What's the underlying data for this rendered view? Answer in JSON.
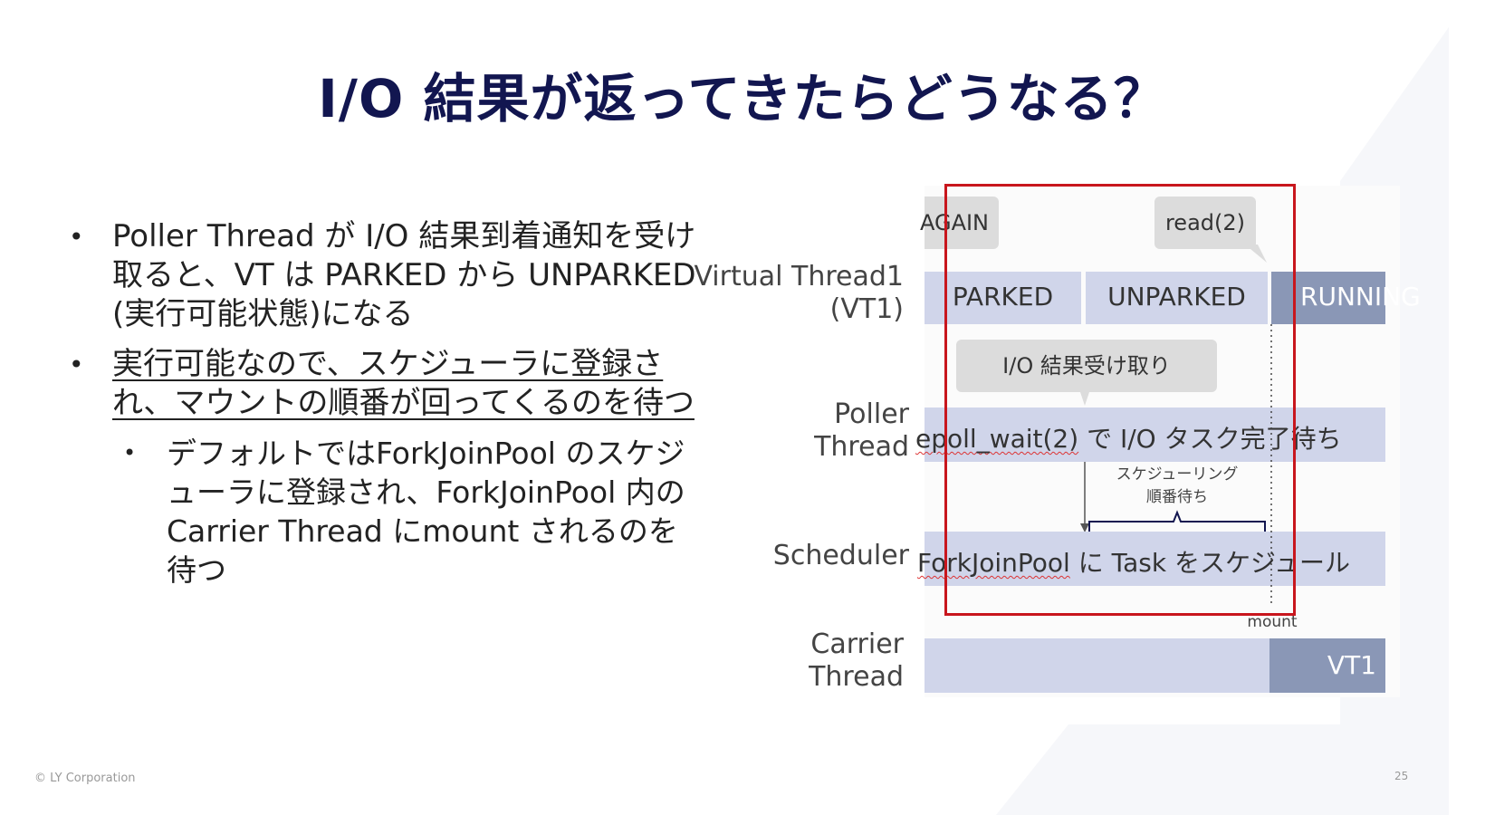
{
  "title": "I/O 結果が返ってきたらどうなる？",
  "bullets": {
    "b1": "Poller Thread が I/O 結果到着通知を受け取ると、VT は PARKED から UNPARKED (実行可能状態)になる",
    "b2": "実行可能なので、スケジューラに登録され、マウントの順番が回ってくるのを待つ",
    "b3": "デフォルトではForkJoinPool のスケジューラに登録され、ForkJoinPool 内の Carrier Thread にmount されるのを待つ"
  },
  "diagram": {
    "labels": {
      "vt_line1": "Virtual Thread1",
      "vt_line2": "(VT1)",
      "poller_line1": "Poller",
      "poller_line2": "Thread",
      "scheduler": "Scheduler",
      "carrier_line1": "Carrier",
      "carrier_line2": "Thread"
    },
    "bubbles": {
      "again": "AGAIN",
      "read": "read(2)",
      "io_receive": "I/O 結果受け取り"
    },
    "states": {
      "parked": "PARKED",
      "unparked": "UNPARKED",
      "running": "RUNNING"
    },
    "poller_bar_prefix": "epoll_wait(2)",
    "poller_bar_rest": " で I/O タスク完了待ち",
    "scheduler_bar_prefix": "ForkJoinPool",
    "scheduler_bar_rest": " に Task をスケジュール",
    "wait_line1": "スケジューリング",
    "wait_line2": "順番待ち",
    "mount": "mount",
    "vt1": "VT1"
  },
  "footer": {
    "copyright": "© LY Corporation",
    "page": "25"
  },
  "colors": {
    "title": "#121650",
    "bar_light": "#d0d5ea",
    "bar_dark": "#8a97b6",
    "highlight_box": "#c8161d"
  }
}
